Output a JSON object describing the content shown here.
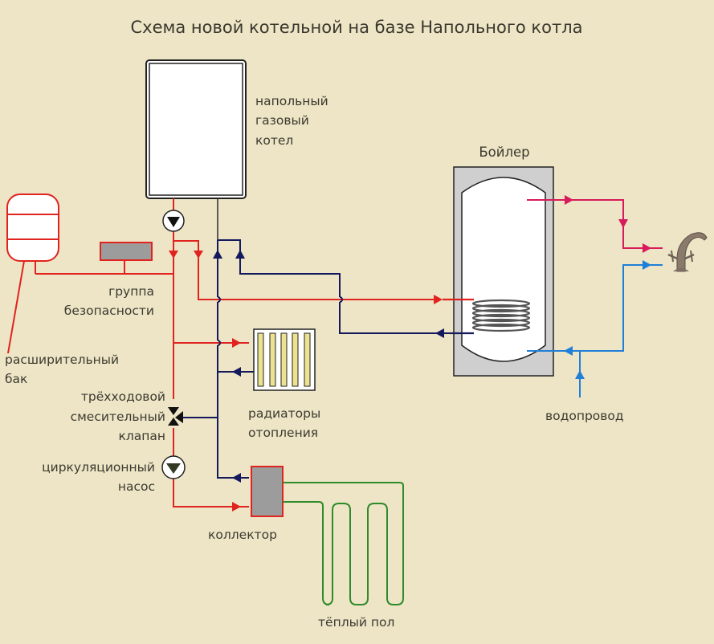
{
  "title": "Схема новой котельной на базе Напольного котла",
  "labels": {
    "boiler": [
      "напольный",
      "газовый",
      "котел"
    ],
    "water_heater": "Бойлер",
    "safety_group": [
      "группа",
      "безопасности"
    ],
    "expansion_tank": [
      "расширительный",
      "бак"
    ],
    "mixing_valve": [
      "трёхходовой",
      "смесительный",
      "клапан"
    ],
    "circ_pump": [
      "циркуляционный",
      "насос"
    ],
    "radiators": [
      "радиаторы",
      "отопления"
    ],
    "collector": "коллектор",
    "warm_floor": "тёплый пол",
    "water_supply": "водопровод"
  },
  "colors": {
    "background": "#ede5c6",
    "supply_red": "#e0231f",
    "return_navy": "#14185c",
    "hot_water_pink": "#d81b5a",
    "cold_water_blue": "#1f7fd8",
    "floor_green": "#2f8a2a",
    "boiler_outline": "#222222",
    "gray_fill": "#9c9c9c",
    "radiator_fill": "#ece28f"
  }
}
